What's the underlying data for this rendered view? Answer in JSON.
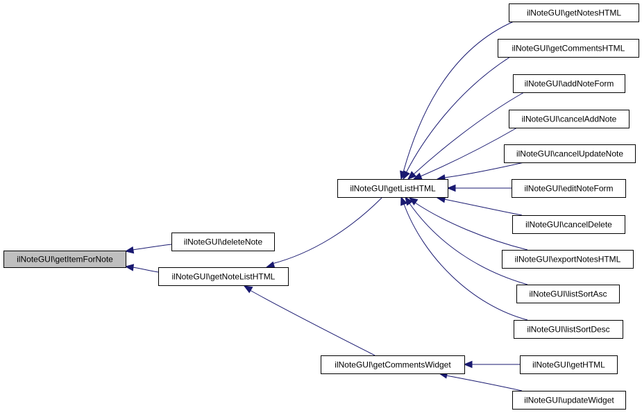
{
  "graph": {
    "nodes": [
      {
        "id": "getItemForNote",
        "label": "ilNoteGUI\\getItemForNote",
        "root": true
      },
      {
        "id": "deleteNote",
        "label": "ilNoteGUI\\deleteNote"
      },
      {
        "id": "getNoteListHTML",
        "label": "ilNoteGUI\\getNoteListHTML"
      },
      {
        "id": "getListHTML",
        "label": "ilNoteGUI\\getListHTML"
      },
      {
        "id": "getCommentsWidget",
        "label": "ilNoteGUI\\getCommentsWidget"
      },
      {
        "id": "getNotesHTML",
        "label": "ilNoteGUI\\getNotesHTML"
      },
      {
        "id": "getCommentsHTML",
        "label": "ilNoteGUI\\getCommentsHTML"
      },
      {
        "id": "addNoteForm",
        "label": "ilNoteGUI\\addNoteForm"
      },
      {
        "id": "cancelAddNote",
        "label": "ilNoteGUI\\cancelAddNote"
      },
      {
        "id": "cancelUpdateNote",
        "label": "ilNoteGUI\\cancelUpdateNote"
      },
      {
        "id": "editNoteForm",
        "label": "ilNoteGUI\\editNoteForm"
      },
      {
        "id": "cancelDelete",
        "label": "ilNoteGUI\\cancelDelete"
      },
      {
        "id": "exportNotesHTML",
        "label": "ilNoteGUI\\exportNotesHTML"
      },
      {
        "id": "listSortAsc",
        "label": "ilNoteGUI\\listSortAsc"
      },
      {
        "id": "listSortDesc",
        "label": "ilNoteGUI\\listSortDesc"
      },
      {
        "id": "getHTML",
        "label": "ilNoteGUI\\getHTML"
      },
      {
        "id": "updateWidget",
        "label": "ilNoteGUI\\updateWidget"
      }
    ],
    "edges": [
      {
        "from": "deleteNote",
        "to": "getItemForNote"
      },
      {
        "from": "getNoteListHTML",
        "to": "getItemForNote"
      },
      {
        "from": "getListHTML",
        "to": "getNoteListHTML"
      },
      {
        "from": "getCommentsWidget",
        "to": "getNoteListHTML"
      },
      {
        "from": "getNotesHTML",
        "to": "getListHTML"
      },
      {
        "from": "getCommentsHTML",
        "to": "getListHTML"
      },
      {
        "from": "addNoteForm",
        "to": "getListHTML"
      },
      {
        "from": "cancelAddNote",
        "to": "getListHTML"
      },
      {
        "from": "cancelUpdateNote",
        "to": "getListHTML"
      },
      {
        "from": "editNoteForm",
        "to": "getListHTML"
      },
      {
        "from": "cancelDelete",
        "to": "getListHTML"
      },
      {
        "from": "exportNotesHTML",
        "to": "getListHTML"
      },
      {
        "from": "listSortAsc",
        "to": "getListHTML"
      },
      {
        "from": "listSortDesc",
        "to": "getListHTML"
      },
      {
        "from": "getHTML",
        "to": "getCommentsWidget"
      },
      {
        "from": "updateWidget",
        "to": "getCommentsWidget"
      }
    ]
  }
}
